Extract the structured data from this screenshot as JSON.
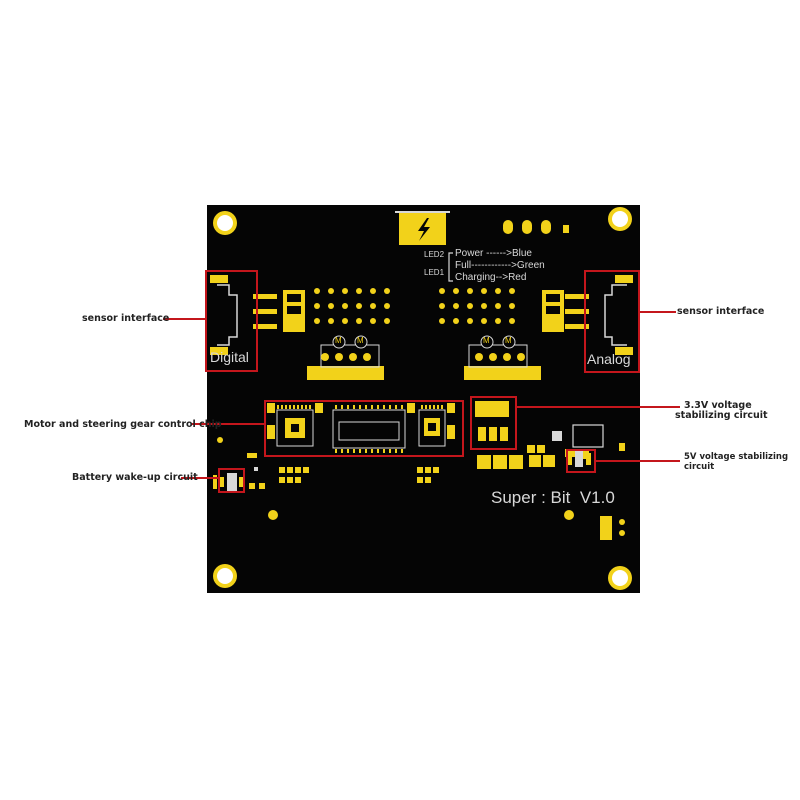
{
  "board": {
    "led2_label": "LED2",
    "led1_label": "LED1",
    "led_power": "Power ------>Blue",
    "led_full": "Full------------>Green",
    "led_charging": "Charging-->Red",
    "digital_label": "Digital",
    "analog_label": "Analog",
    "motor_symbol": "M",
    "title": "Super : Bit  V1.0"
  },
  "callouts": {
    "sensor_left": "sensor interface",
    "sensor_right": "sensor interface",
    "motor_chip": "Motor and steering gear control chip",
    "battery": "Battery wake-up circuit",
    "v33_line1": "3.3V voltage",
    "v33_line2": "stabilizing circuit",
    "v5_line1": "5V voltage stabilizing",
    "v5_line2": "circuit"
  },
  "colors": {
    "board": "#050505",
    "gold": "#f2d21a",
    "highlight_red": "#c4161c",
    "silkscreen": "#d8d8d8"
  }
}
